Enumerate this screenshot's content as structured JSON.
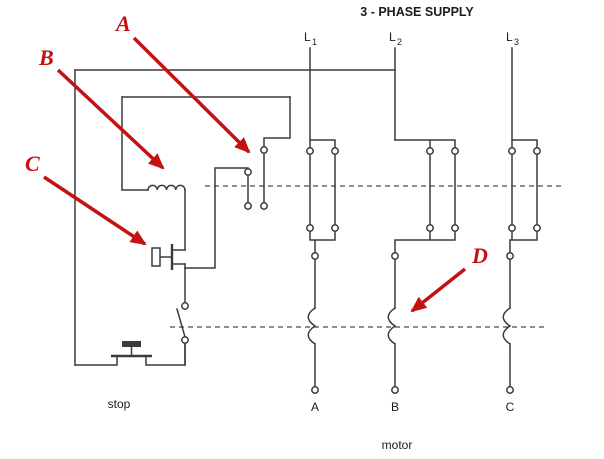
{
  "colors": {
    "wire": "#3b3b3b",
    "callout_red": "#c41111",
    "background": "#ffffff"
  },
  "header": {
    "title": "3 - PHASE SUPPLY"
  },
  "supply_lines": [
    {
      "letter": "L",
      "sub": "1"
    },
    {
      "letter": "L",
      "sub": "2"
    },
    {
      "letter": "L",
      "sub": "3"
    }
  ],
  "control": {
    "stop_label": "stop"
  },
  "motor": {
    "label": "motor",
    "terminals": [
      "A",
      "B",
      "C"
    ]
  },
  "callouts": {
    "a": "A",
    "b": "B",
    "c": "C",
    "d": "D"
  }
}
